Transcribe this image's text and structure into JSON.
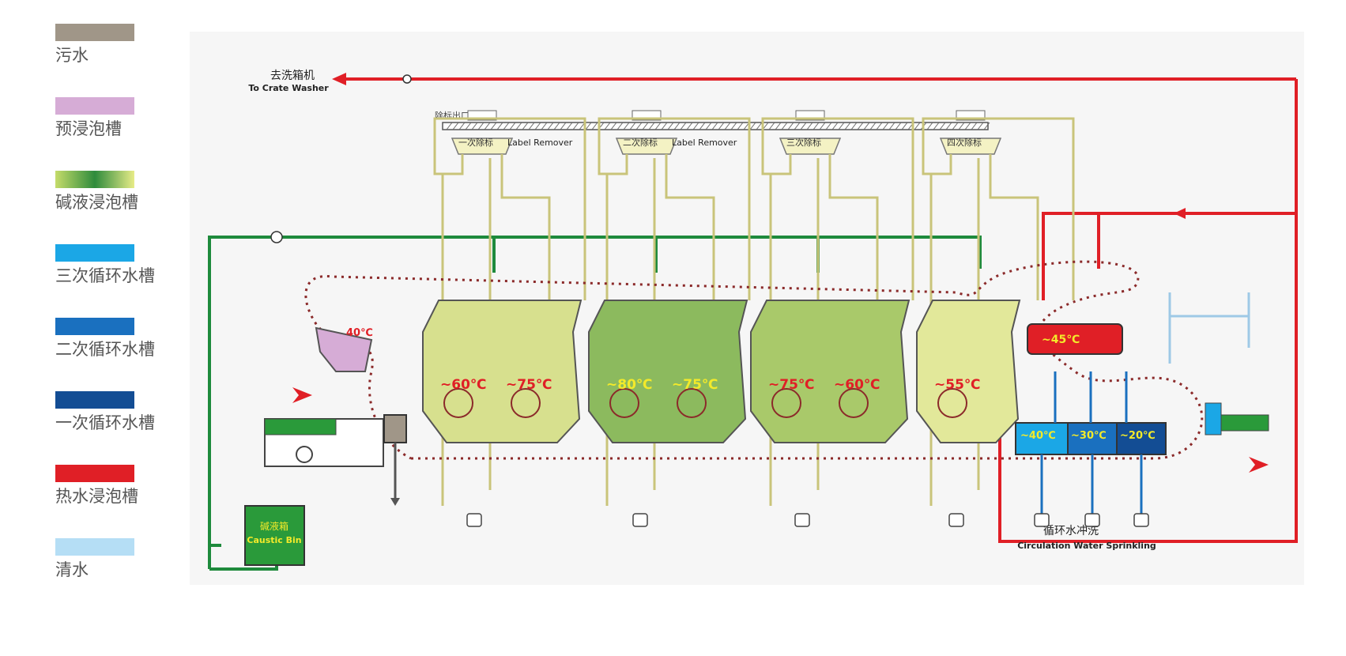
{
  "legend": [
    {
      "label": "污水",
      "color": "#a09688",
      "gradient": false
    },
    {
      "label": "预浸泡槽",
      "color": "#d6acd6",
      "gradient": false
    },
    {
      "label": "碱液浸泡槽",
      "color": "#8fc24e",
      "gradient": true
    },
    {
      "label": "三次循环水槽",
      "color": "#1ba7e6",
      "gradient": false
    },
    {
      "label": "二次循环水槽",
      "color": "#1a70bf",
      "gradient": false
    },
    {
      "label": "一次循环水槽",
      "color": "#134d94",
      "gradient": false
    },
    {
      "label": "热水浸泡槽",
      "color": "#e01f26",
      "gradient": false
    },
    {
      "label": "清水",
      "color": "#b5def5",
      "gradient": false
    }
  ],
  "labels": {
    "crate_cn": "去洗箱机",
    "crate_en": "To Crate Washer",
    "label_outlet": "除标出口",
    "remover1": "一次除标",
    "remover2": "二次除标",
    "remover3": "三次除标",
    "remover4": "四次除标",
    "label_remover_en": "Label Remover",
    "caustic_cn": "碱液箱",
    "caustic_en": "Caustic Bin",
    "circ_cn": "循环水冲洗",
    "circ_en": "Circulation Water Sprinkling"
  },
  "temps": {
    "pre": "40℃",
    "t1a": "~60℃",
    "t1b": "~75℃",
    "t2a": "~80℃",
    "t2b": "~75℃",
    "t3a": "~75℃",
    "t3b": "~60℃",
    "t4a": "~55℃",
    "hot": "~45℃",
    "r1": "~40℃",
    "r2": "~30℃",
    "r3": "~20℃"
  },
  "colors": {
    "hot_water": "#e01f26",
    "caustic_pipe": "#1e8a3c",
    "pipe": "#c9c47a",
    "chain": "#8b2a2a",
    "tank1": "#d7e08e",
    "tank2": "#8cba5e",
    "tank3": "#a9c96a",
    "tank4": "#e2e89a",
    "temp_red": "#e01f26",
    "temp_yellow": "#f3ea2a"
  }
}
